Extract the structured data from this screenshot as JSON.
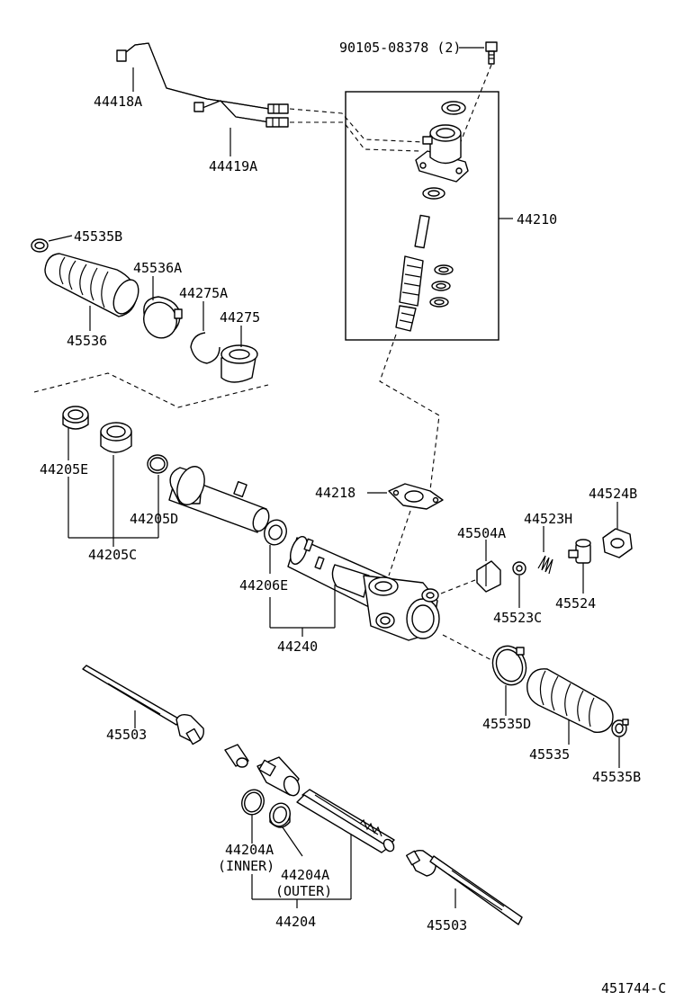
{
  "diagram": {
    "drawing_number": "451744-C",
    "colors": {
      "ink": "#000000",
      "paper": "#ffffff"
    },
    "labels": {
      "bolt": "90105-08378 (2)",
      "tube_a": "44418A",
      "tube_b": "44419A",
      "valve_assy": "44210",
      "clamp_b_upper": "45535B",
      "boot_clamp_a": "45536A",
      "boot_left": "45536",
      "snap_ring": "44275A",
      "bushing": "44275",
      "oil_seal_e": "44205E",
      "oil_seal_d": "44205D",
      "seal_kit_c": "44205C",
      "gasket": "44218",
      "oil_seal_206e": "44206E",
      "housing": "44240",
      "rack_guide_nut": "44524B",
      "rack_guide_spring": "44523H",
      "rack_guide": "45504A",
      "guide_seat": "45523C",
      "guide_plug": "45524",
      "clamp_d": "45535D",
      "boot_right": "45535",
      "clamp_b_lower": "45535B",
      "tie_rod_left": "45503",
      "ring_inner": "44204A",
      "ring_inner_note": "(INNER)",
      "ring_outer": "44204A",
      "ring_outer_note": "(OUTER)",
      "rack": "44204",
      "tie_rod_right": "45503"
    }
  }
}
